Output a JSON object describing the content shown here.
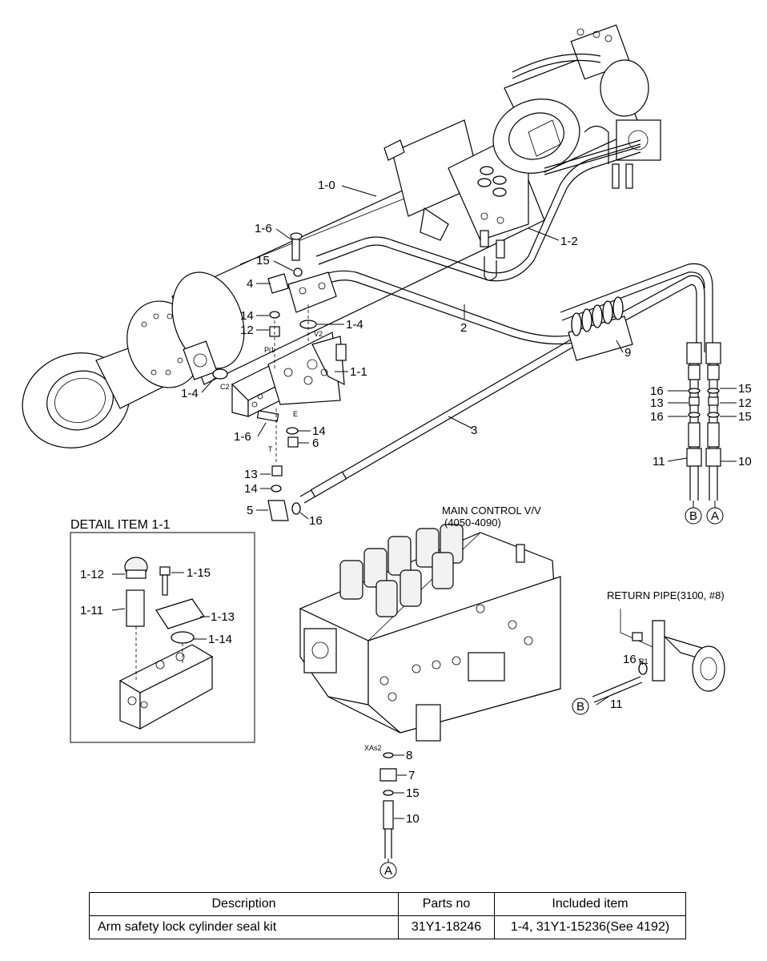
{
  "labels": {
    "l1_0": "1-0",
    "l1_6a": "1-6",
    "l1_2": "1-2",
    "l15a": "15",
    "l4": "4",
    "l14a": "14",
    "l12a": "12",
    "l1_4a": "1-4",
    "l2": "2",
    "l9": "9",
    "l1_4b": "1-4",
    "l1_1": "1-1",
    "l1_6b": "1-6",
    "l14b": "14",
    "l6": "6",
    "l3": "3",
    "l13a": "13",
    "l14c": "14",
    "l5": "5",
    "l16a": "16",
    "l16b": "16",
    "l13b": "13",
    "l16c": "16",
    "l15b": "15",
    "l12b": "12",
    "l15c": "15",
    "l11a": "11",
    "l10a": "10",
    "lB1": "B",
    "lA1": "A",
    "l8": "8",
    "l7": "7",
    "l15d": "15",
    "l10b": "10",
    "lA2": "A",
    "l16d": "16",
    "l11b": "11",
    "lB2": "B",
    "d1_12": "1-12",
    "d1_15": "1-15",
    "d1_11": "1-11",
    "d1_13": "1-13",
    "d1_14": "1-14"
  },
  "ports": {
    "v2": "V2",
    "pi1": "Pi1",
    "c2": "C2",
    "e": "E",
    "t": "T",
    "xas2": "XAs2",
    "r1": "R1"
  },
  "headings": {
    "detail_title": "DETAIL ITEM 1-1",
    "main_control_1": "MAIN CONTROL V/V",
    "main_control_2": "(4050-4090)",
    "return_pipe": "RETURN PIPE(3100, #8)"
  },
  "table": {
    "headers": [
      "Description",
      "Parts no",
      "Included item"
    ],
    "rows": [
      [
        "Arm safety lock cylinder seal kit",
        "31Y1-18246",
        "1-4, 31Y1-15236(See 4192)"
      ]
    ]
  }
}
